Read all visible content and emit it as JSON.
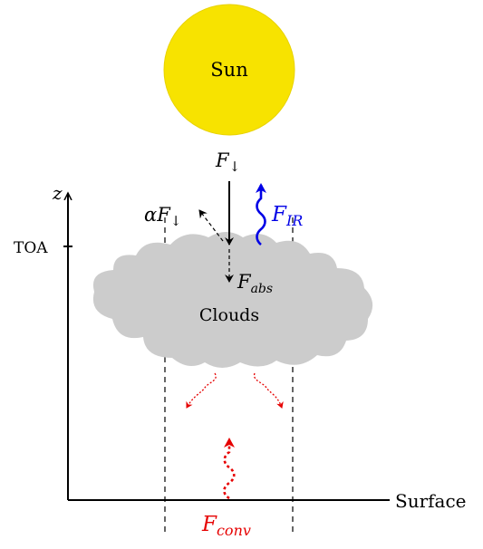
{
  "labels": {
    "sun": "Sun",
    "clouds": "Clouds",
    "surface": "Surface",
    "toa": "TOA",
    "z_axis": "z"
  },
  "fluxes": {
    "incoming": {
      "symbol": "F",
      "sub": "↓"
    },
    "reflected": {
      "prefix": "α",
      "symbol": "F",
      "sub": "↓"
    },
    "absorbed": {
      "symbol": "F",
      "sub": "abs"
    },
    "infrared": {
      "symbol": "F",
      "sub": "IR"
    },
    "convective": {
      "symbol": "F",
      "sub": "conv"
    }
  },
  "colors": {
    "sun": "#F7E300",
    "sun_edge": "#E8D200",
    "clouds": "#CCCCCC",
    "infrared": "#0000E6",
    "convective": "#E60000",
    "axes": "#000000"
  }
}
